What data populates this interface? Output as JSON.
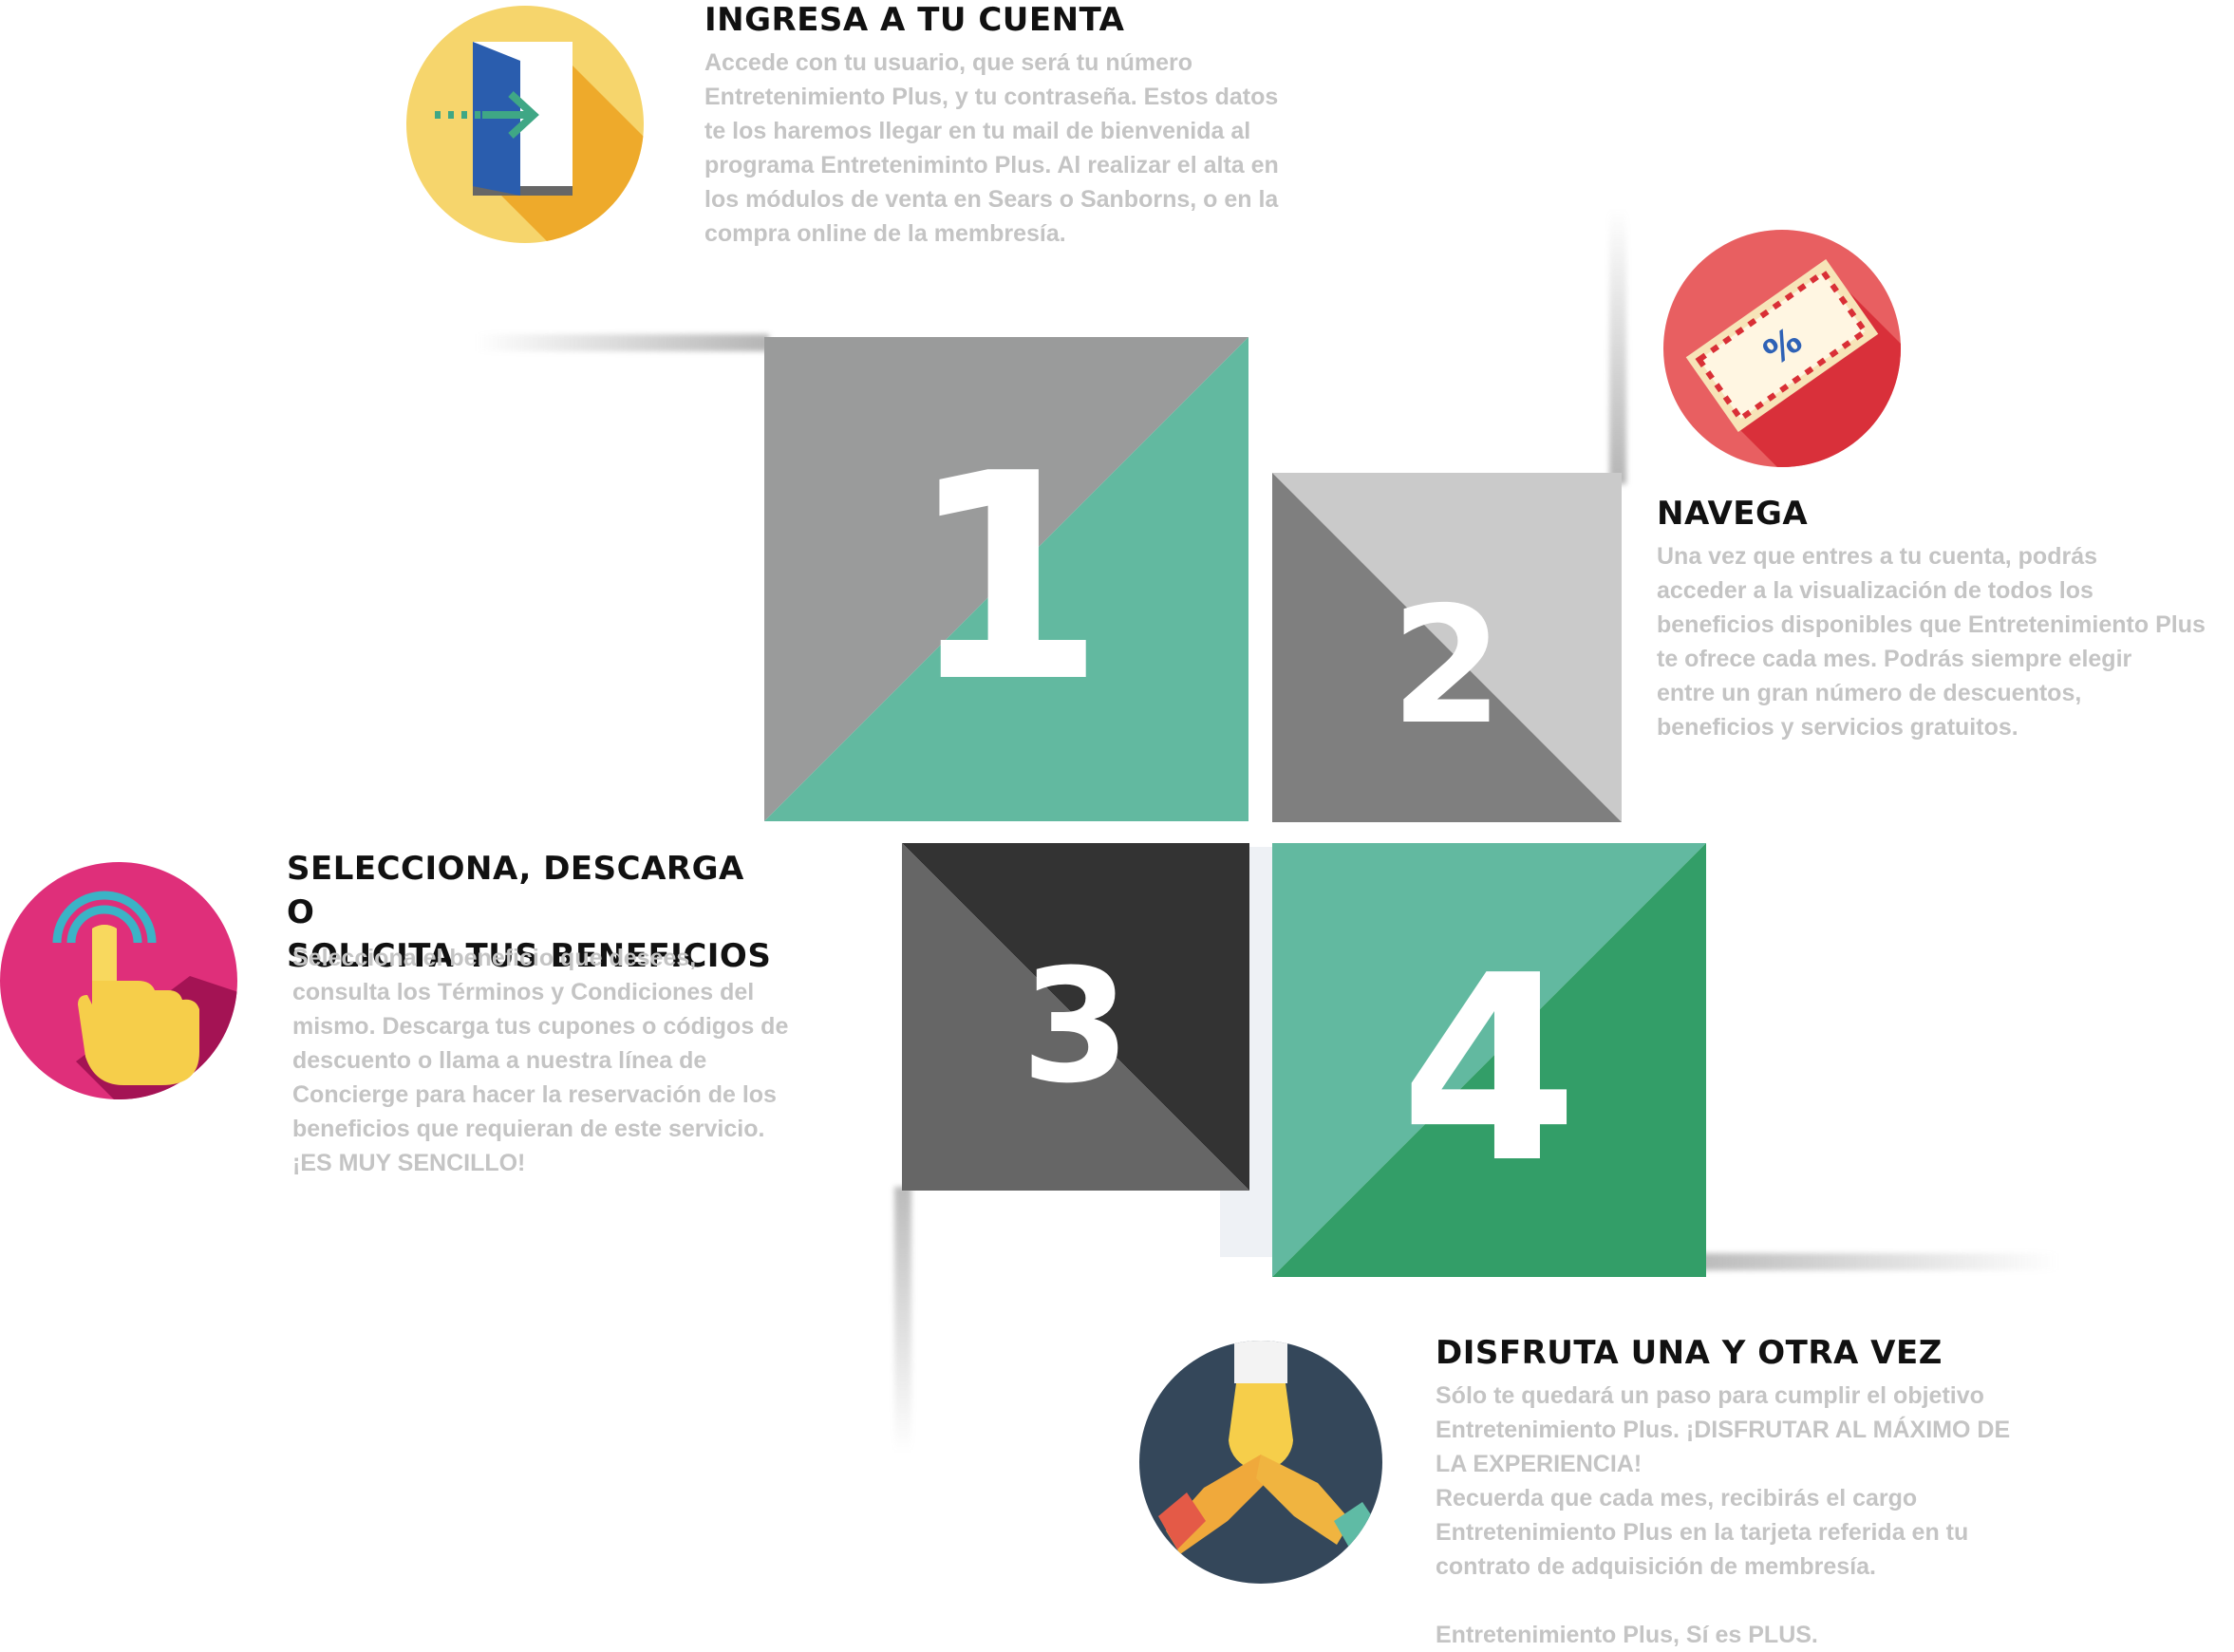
{
  "colors": {
    "grey_light": "#9a9b9b",
    "teal": "#62b9a0",
    "grey_pale": "#cacaca",
    "grey_mid": "#7f7f7f",
    "dark_charcoal": "#333333",
    "grey_dark": "#666666",
    "green_dark": "#339e68",
    "title_text": "#111111",
    "body_text": "#c4c4c4"
  },
  "squares": [
    {
      "number": "1"
    },
    {
      "number": "2"
    },
    {
      "number": "3"
    },
    {
      "number": "4"
    }
  ],
  "steps": [
    {
      "icon": "door-login-icon",
      "title": "INGRESA A TU CUENTA",
      "body": "Accede con tu usuario, que será tu número\nEntretenimiento Plus, y tu contraseña. Estos datos\nte los haremos llegar en tu mail de bienvenida al\nprograma Entreteniminto Plus. Al realizar el alta en\nlos módulos de venta en Sears o Sanborns, o en la\ncompra online de la membresía."
    },
    {
      "icon": "discount-coupon-icon",
      "title": "NAVEGA",
      "body": "Una vez que entres a tu cuenta, podrás\nacceder a la visualización de todos los\nbeneficios disponibles que Entretenimiento Plus\nte ofrece cada mes. Podrás siempre elegir\nentre un gran número de descuentos,\nbeneficios y servicios gratuitos."
    },
    {
      "icon": "hand-tap-icon",
      "title": "SELECCIONA, DESCARGA O\n SOLICITA TUS BENEFICIOS",
      "body": "Selecciona el beneficio que desees,\nconsulta los Términos y Condiciones del\nmismo. Descarga tus cupones o códigos de\ndescuento o llama a nuestra línea de\nConcierge para hacer la reservación de los\nbeneficios que requieran de este servicio.\n¡ES MUY SENCILLO!"
    },
    {
      "icon": "team-hands-icon",
      "title": "DISFRUTA UNA Y OTRA VEZ",
      "body": "Sólo te quedará un paso para cumplir el objetivo\nEntretenimiento Plus. ¡DISFRUTAR AL MÁXIMO DE\nLA EXPERIENCIA!\nRecuerda que cada mes, recibirás el cargo\nEntretenimiento Plus en la tarjeta referida en tu\ncontrato de adquisición de membresía.\n\nEntretenimiento Plus, Sí es PLUS."
    }
  ]
}
